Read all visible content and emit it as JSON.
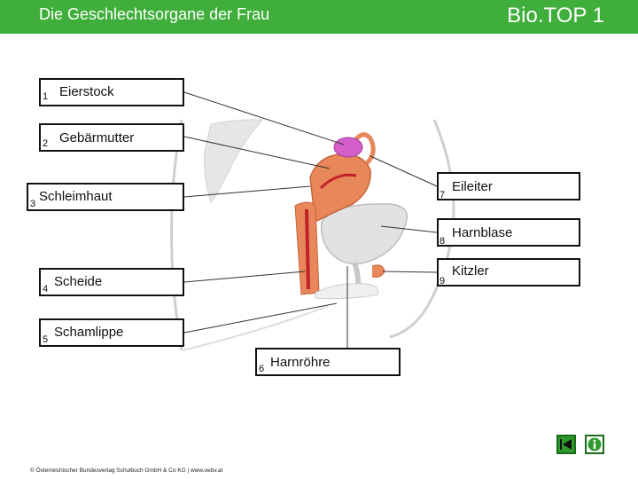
{
  "header": {
    "title": "Die Geschlechtsorgane der Frau",
    "brand": "Bio.TOP 1"
  },
  "labels": [
    {
      "num": "1",
      "text": "Eierstock"
    },
    {
      "num": "2",
      "text": "Gebärmutter"
    },
    {
      "num": "3",
      "text": "Schleimhaut"
    },
    {
      "num": "4",
      "text": "Scheide"
    },
    {
      "num": "5",
      "text": "Schamlippe"
    },
    {
      "num": "6",
      "text": "Harnröhre"
    },
    {
      "num": "7",
      "text": "Eileiter"
    },
    {
      "num": "8",
      "text": "Harnblase"
    },
    {
      "num": "9",
      "text": "Kitzler"
    }
  ],
  "footer": {
    "copyright": "© Österreichischer Bundesverlag Schulbuch GmbH & Co KG | www.oebv.at"
  },
  "nav": {
    "back_icon": "back-arrow-icon",
    "info_icon": "info-icon"
  },
  "colors": {
    "header": "#3fae3a",
    "uterus": "#e8875a",
    "mucosa": "#c0222a",
    "ovary": "#d55ec8",
    "bladder": "#e2e2e2"
  }
}
